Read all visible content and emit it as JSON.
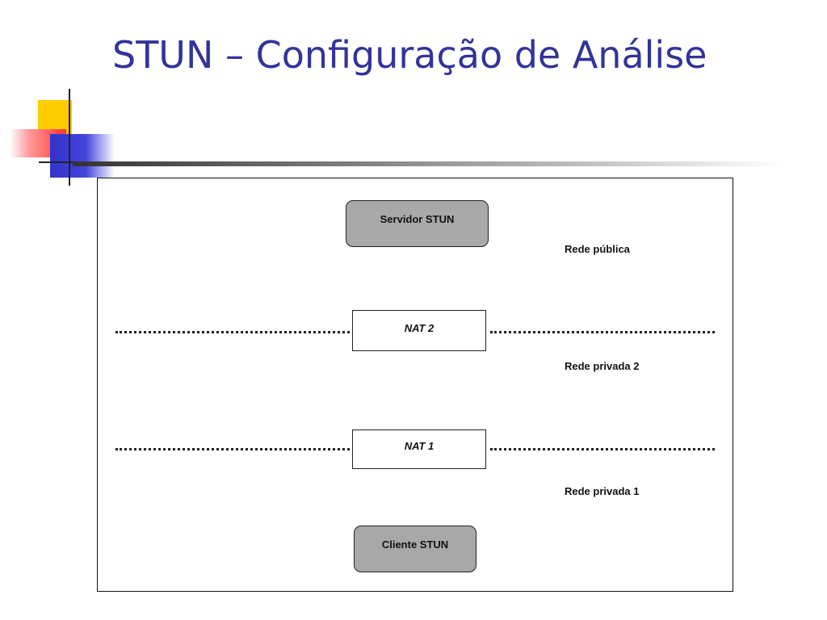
{
  "slide": {
    "title": "STUN – Configuração de Análise"
  },
  "diagram": {
    "server": "Servidor STUN",
    "nat2": "NAT 2",
    "nat1": "NAT 1",
    "client": "Cliente STUN",
    "networks": {
      "public": "Rede pública",
      "private2": "Rede privada 2",
      "private1": "Rede privada 1"
    }
  },
  "colors": {
    "title": "#333399",
    "rounded_box_fill": "#a8a8a8",
    "accent_yellow": "#ffcc00",
    "accent_red": "#ff3333",
    "accent_blue": "#3333cc"
  }
}
